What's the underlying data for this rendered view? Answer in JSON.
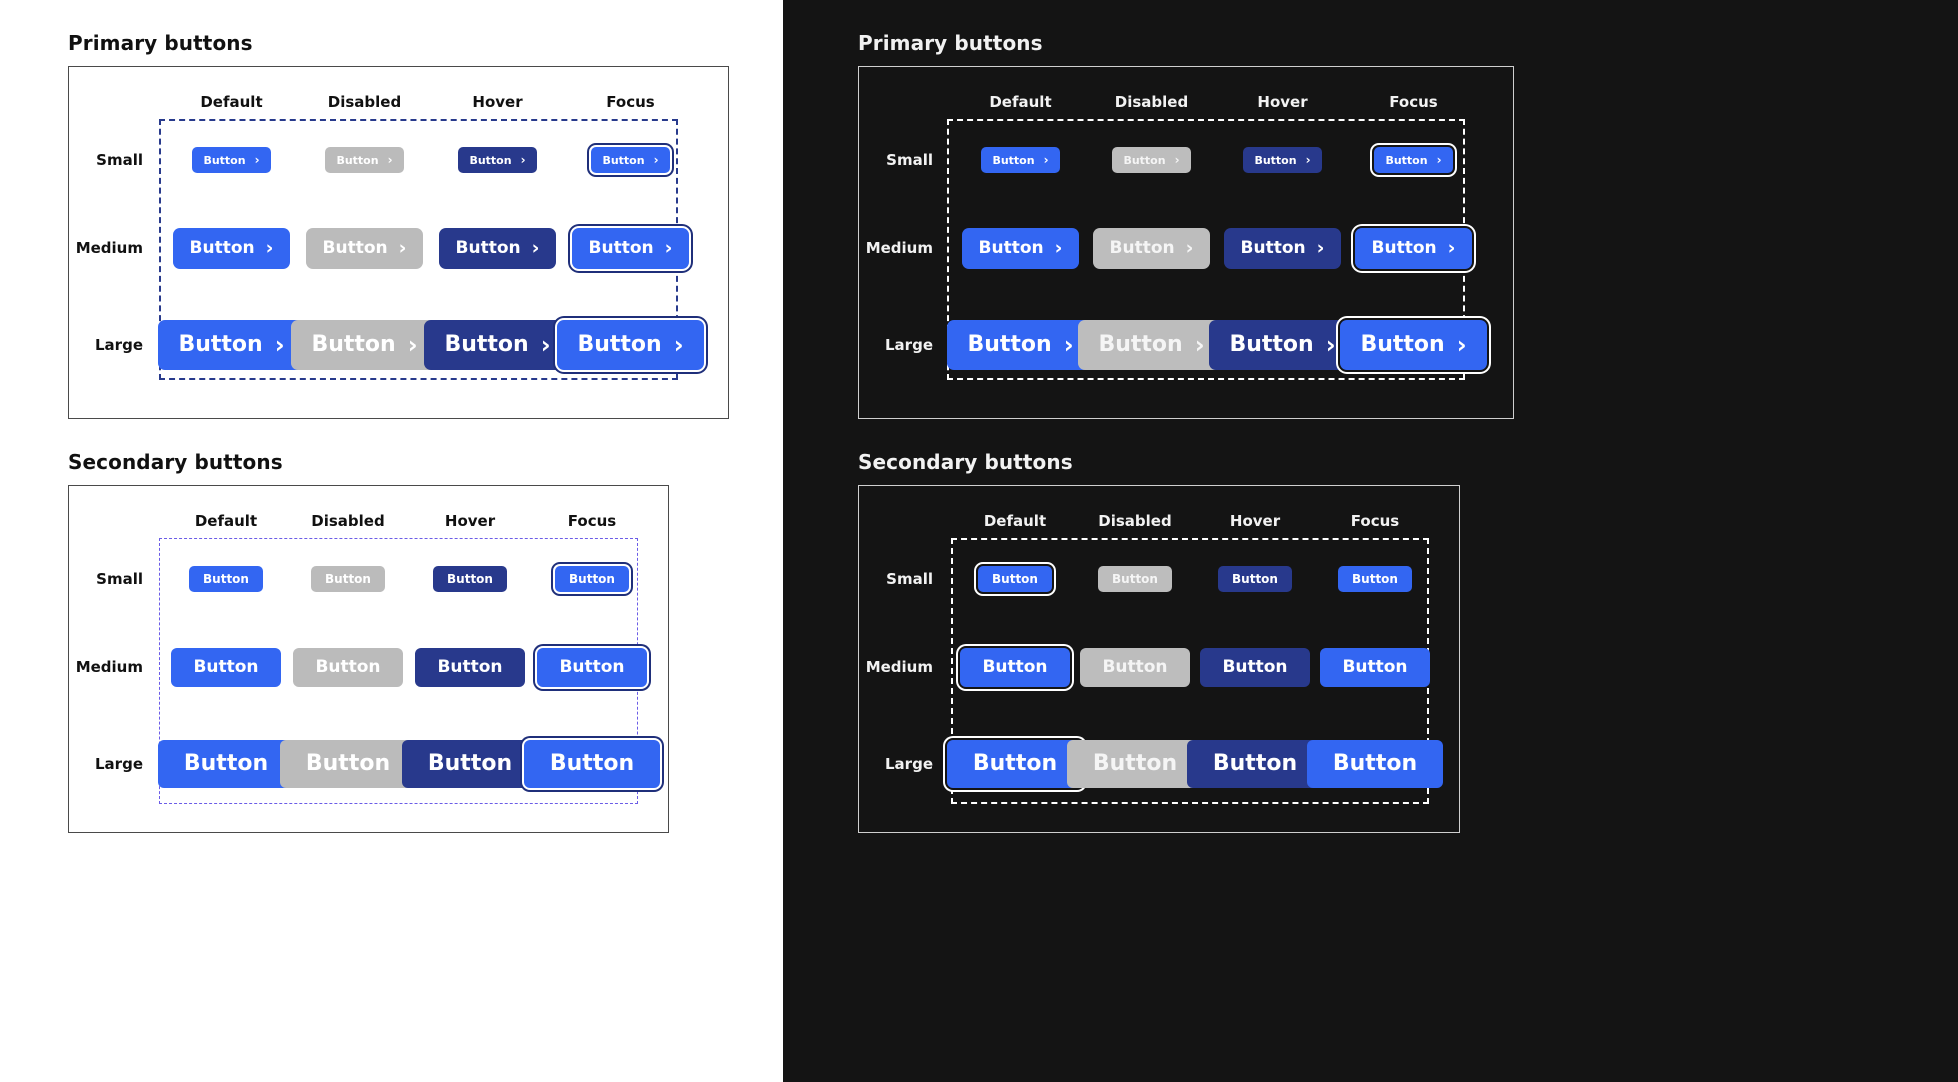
{
  "columns": [
    "Default",
    "Disabled",
    "Hover",
    "Focus"
  ],
  "rows": [
    "Small",
    "Medium",
    "Large"
  ],
  "button_label": "Button",
  "chevron": "›",
  "colors": {
    "primary_blue": "#3366F2",
    "hover_navy": "#28398C",
    "disabled_grey": "#BBBBBB",
    "dark_panel_bg": "#141414",
    "light_panel_bg": "#FFFFFF",
    "dash_navy": "#283A8C",
    "dash_purple": "#6B5CE7",
    "dash_white": "#FFFFFF",
    "focus_ring_light": "#1F2F7A",
    "focus_ring_dark": "#FFFFFF"
  },
  "light_panel": {
    "primary": {
      "title": "Primary buttons",
      "has_chevron": true,
      "dash_color": "dash_navy",
      "matrix": [
        [
          {
            "state": "default",
            "size": "small",
            "label": "Button",
            "ring": false
          },
          {
            "state": "disabled",
            "size": "small",
            "label": "Button",
            "ring": false
          },
          {
            "state": "hover",
            "size": "small",
            "label": "Button",
            "ring": false
          },
          {
            "state": "focus",
            "size": "small",
            "label": "Button",
            "ring": true
          }
        ],
        [
          {
            "state": "default",
            "size": "medium",
            "label": "Button",
            "ring": false
          },
          {
            "state": "disabled",
            "size": "medium",
            "label": "Button",
            "ring": false
          },
          {
            "state": "hover",
            "size": "medium",
            "label": "Button",
            "ring": false
          },
          {
            "state": "focus",
            "size": "medium",
            "label": "Button",
            "ring": true
          }
        ],
        [
          {
            "state": "default",
            "size": "large",
            "label": "Button",
            "ring": false
          },
          {
            "state": "disabled",
            "size": "large",
            "label": "Button",
            "ring": false
          },
          {
            "state": "hover",
            "size": "large",
            "label": "Button",
            "ring": false
          },
          {
            "state": "focus",
            "size": "large",
            "label": "Button",
            "ring": true
          }
        ]
      ]
    },
    "secondary": {
      "title": "Secondary buttons",
      "has_chevron": false,
      "dash_color": "dash_purple",
      "matrix": [
        [
          {
            "state": "default",
            "size": "small",
            "label": "Button",
            "ring": false
          },
          {
            "state": "disabled",
            "size": "small",
            "label": "Button",
            "ring": false
          },
          {
            "state": "hover",
            "size": "small",
            "label": "Button",
            "ring": false
          },
          {
            "state": "focus",
            "size": "small",
            "label": "Button",
            "ring": true
          }
        ],
        [
          {
            "state": "default",
            "size": "medium",
            "label": "Button",
            "ring": false
          },
          {
            "state": "disabled",
            "size": "medium",
            "label": "Button",
            "ring": false
          },
          {
            "state": "hover",
            "size": "medium",
            "label": "Button",
            "ring": false
          },
          {
            "state": "focus",
            "size": "medium",
            "label": "Button",
            "ring": true
          }
        ],
        [
          {
            "state": "default",
            "size": "large",
            "label": "Button",
            "ring": false
          },
          {
            "state": "disabled",
            "size": "large",
            "label": "Button",
            "ring": false
          },
          {
            "state": "hover",
            "size": "large",
            "label": "Button",
            "ring": false
          },
          {
            "state": "focus",
            "size": "large",
            "label": "Button",
            "ring": true
          }
        ]
      ]
    }
  },
  "dark_panel": {
    "primary": {
      "title": "Primary buttons",
      "has_chevron": true,
      "dash_color": "dash_white",
      "matrix": [
        [
          {
            "state": "default",
            "size": "small",
            "label": "Button",
            "ring": false
          },
          {
            "state": "disabled",
            "size": "small",
            "label": "Button",
            "ring": false
          },
          {
            "state": "hover",
            "size": "small",
            "label": "Button",
            "ring": false
          },
          {
            "state": "focus",
            "size": "small",
            "label": "Button",
            "ring": true
          }
        ],
        [
          {
            "state": "default",
            "size": "medium",
            "label": "Button",
            "ring": false
          },
          {
            "state": "disabled",
            "size": "medium",
            "label": "Button",
            "ring": false
          },
          {
            "state": "hover",
            "size": "medium",
            "label": "Button",
            "ring": false
          },
          {
            "state": "focus",
            "size": "medium",
            "label": "Button",
            "ring": true
          }
        ],
        [
          {
            "state": "default",
            "size": "large",
            "label": "Button",
            "ring": false
          },
          {
            "state": "disabled",
            "size": "large",
            "label": "Button",
            "ring": false
          },
          {
            "state": "hover",
            "size": "large",
            "label": "Button",
            "ring": false
          },
          {
            "state": "focus",
            "size": "large",
            "label": "Button",
            "ring": true
          }
        ]
      ]
    },
    "secondary": {
      "title": "Secondary buttons",
      "has_chevron": false,
      "dash_color": "dash_white",
      "matrix": [
        [
          {
            "state": "default",
            "size": "small",
            "label": "Button",
            "ring": true
          },
          {
            "state": "disabled",
            "size": "small",
            "label": "Button",
            "ring": false
          },
          {
            "state": "hover",
            "size": "small",
            "label": "Button",
            "ring": false
          },
          {
            "state": "focus",
            "size": "small",
            "label": "Button",
            "ring": false
          }
        ],
        [
          {
            "state": "default",
            "size": "medium",
            "label": "Button",
            "ring": true
          },
          {
            "state": "disabled",
            "size": "medium",
            "label": "Button",
            "ring": false
          },
          {
            "state": "hover",
            "size": "medium",
            "label": "Button",
            "ring": false
          },
          {
            "state": "focus",
            "size": "medium",
            "label": "Button",
            "ring": false
          }
        ],
        [
          {
            "state": "default",
            "size": "large",
            "label": "Button",
            "ring": true
          },
          {
            "state": "disabled",
            "size": "large",
            "label": "Button",
            "ring": false
          },
          {
            "state": "hover",
            "size": "large",
            "label": "Button",
            "ring": false
          },
          {
            "state": "focus",
            "size": "large",
            "label": "Button",
            "ring": false
          }
        ]
      ]
    }
  }
}
